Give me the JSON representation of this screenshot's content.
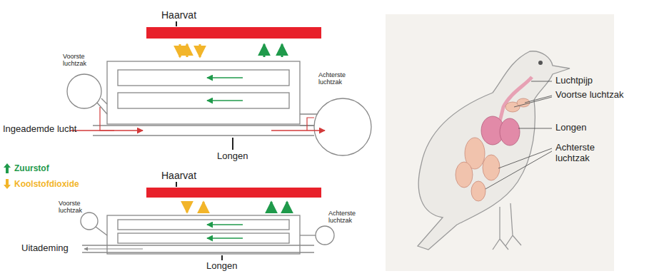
{
  "diagram": {
    "labels": [
      "Haarvat",
      "Voorste luchtzak",
      "Achterste luchtzak",
      "Ingeademde lucht",
      "Longen",
      "Haarvat",
      "Voorste luchtzak",
      "Achterste luchtzak",
      "Uitademing",
      "Longen",
      "Luchtpijp",
      "Voortse luchtzak",
      "Longen",
      "Achterste luchtzak"
    ],
    "legend": [
      {
        "text": "Zuurstof",
        "color": "#1f9a4b"
      },
      {
        "text": "Koolstofdioxide",
        "color": "#f2b52a"
      }
    ]
  }
}
